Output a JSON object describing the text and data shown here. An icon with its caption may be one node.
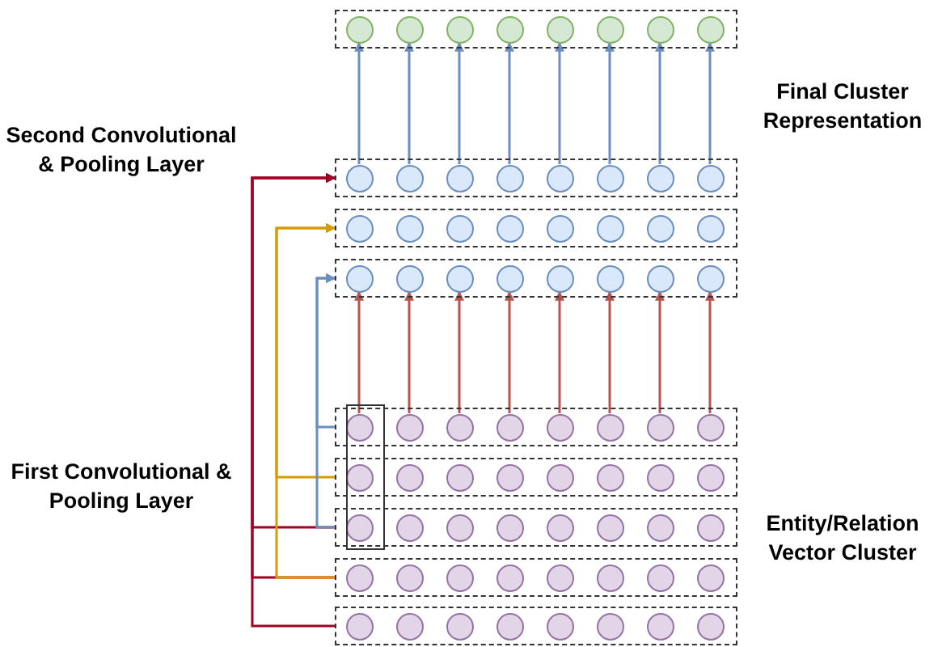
{
  "diagram": {
    "nodes": [
      {
        "text": [],
        "shape": "box"
      },
      {
        "text": [],
        "shape": "circle",
        "in": 0
      },
      {
        "text": [],
        "shape": "circle",
        "in": 0
      },
      {
        "text": [],
        "shape": "circle",
        "in": 0
      },
      {
        "text": [],
        "shape": "circle",
        "in": 0
      },
      {
        "text": [],
        "shape": "circle",
        "in": 0
      },
      {
        "text": [],
        "shape": "circle",
        "in": 0
      },
      {
        "text": [],
        "shape": "circle",
        "in": 0
      },
      {
        "text": [],
        "shape": "circle",
        "in": 0
      },
      {
        "text": [],
        "shape": "box"
      },
      {
        "text": [],
        "shape": "circle",
        "in": 9
      },
      {
        "text": [],
        "shape": "circle",
        "in": 9
      },
      {
        "text": [],
        "shape": "circle",
        "in": 9
      },
      {
        "text": [],
        "shape": "circle",
        "in": 9
      },
      {
        "text": [],
        "shape": "circle",
        "in": 9
      },
      {
        "text": [],
        "shape": "circle",
        "in": 9
      },
      {
        "text": [],
        "shape": "circle",
        "in": 9
      },
      {
        "text": [],
        "shape": "circle",
        "in": 9
      },
      {
        "text": [],
        "shape": "box"
      },
      {
        "text": [],
        "shape": "circle",
        "in": 18
      },
      {
        "text": [],
        "shape": "circle",
        "in": 18
      },
      {
        "text": [],
        "shape": "circle",
        "in": 18
      },
      {
        "text": [],
        "shape": "circle",
        "in": 18
      },
      {
        "text": [],
        "shape": "circle",
        "in": 18
      },
      {
        "text": [],
        "shape": "circle",
        "in": 18
      },
      {
        "text": [],
        "shape": "circle",
        "in": 18
      },
      {
        "text": [],
        "shape": "circle",
        "in": 18
      },
      {
        "text": [],
        "shape": "box"
      },
      {
        "text": [],
        "shape": "circle",
        "in": 27
      },
      {
        "text": [],
        "shape": "circle",
        "in": 27
      },
      {
        "text": [],
        "shape": "circle",
        "in": 27
      },
      {
        "text": [],
        "shape": "circle",
        "in": 27
      },
      {
        "text": [],
        "shape": "circle",
        "in": 27
      },
      {
        "text": [],
        "shape": "circle",
        "in": 27
      },
      {
        "text": [],
        "shape": "circle",
        "in": 27
      },
      {
        "text": [],
        "shape": "circle",
        "in": 27
      },
      {
        "text": [],
        "shape": "box"
      },
      {
        "text": [],
        "shape": "circle"
      },
      {
        "text": [],
        "shape": "circle",
        "in": 36
      },
      {
        "text": [],
        "shape": "circle",
        "in": 36
      },
      {
        "text": [],
        "shape": "circle",
        "in": 36
      },
      {
        "text": [],
        "shape": "circle",
        "in": 36
      },
      {
        "text": [],
        "shape": "circle",
        "in": 36
      },
      {
        "text": [],
        "shape": "circle",
        "in": 36
      },
      {
        "text": [],
        "shape": "circle",
        "in": 36
      },
      {
        "text": [],
        "shape": "box"
      },
      {
        "text": [],
        "shape": "circle"
      },
      {
        "text": [],
        "shape": "circle",
        "in": 45
      },
      {
        "text": [],
        "shape": "circle",
        "in": 45
      },
      {
        "text": [],
        "shape": "circle",
        "in": 45
      },
      {
        "text": [],
        "shape": "circle",
        "in": 45
      },
      {
        "text": [],
        "shape": "circle",
        "in": 45
      },
      {
        "text": [],
        "shape": "circle",
        "in": 45
      },
      {
        "text": [],
        "shape": "circle",
        "in": 45
      },
      {
        "text": [],
        "shape": "box"
      },
      {
        "text": [],
        "shape": "circle"
      },
      {
        "text": [],
        "shape": "circle",
        "in": 54
      },
      {
        "text": [],
        "shape": "circle",
        "in": 54
      },
      {
        "text": [],
        "shape": "circle",
        "in": 54
      },
      {
        "text": [],
        "shape": "circle",
        "in": 54
      },
      {
        "text": [],
        "shape": "circle",
        "in": 54
      },
      {
        "text": [],
        "shape": "circle",
        "in": 54
      },
      {
        "text": [],
        "shape": "circle",
        "in": 54
      },
      {
        "text": [],
        "shape": "box"
      },
      {
        "text": [],
        "shape": "circle",
        "in": 63
      },
      {
        "text": [],
        "shape": "circle",
        "in": 63
      },
      {
        "text": [],
        "shape": "circle",
        "in": 63
      },
      {
        "text": [],
        "shape": "circle",
        "in": 63
      },
      {
        "text": [],
        "shape": "circle",
        "in": 63
      },
      {
        "text": [],
        "shape": "circle",
        "in": 63
      },
      {
        "text": [],
        "shape": "circle",
        "in": 63
      },
      {
        "text": [],
        "shape": "circle",
        "in": 63
      },
      {
        "text": [],
        "shape": "box"
      },
      {
        "text": [],
        "shape": "circle",
        "in": 72
      },
      {
        "text": [],
        "shape": "circle",
        "in": 72
      },
      {
        "text": [],
        "shape": "circle",
        "in": 72
      },
      {
        "text": [],
        "shape": "circle",
        "in": 72
      },
      {
        "text": [],
        "shape": "circle",
        "in": 72
      },
      {
        "text": [],
        "shape": "circle",
        "in": 72
      },
      {
        "text": [],
        "shape": "circle",
        "in": 72
      },
      {
        "text": [],
        "shape": "circle",
        "in": 72
      },
      {
        "text": [],
        "shape": "box"
      }
    ],
    "edges": [
      {
        "from": 10,
        "to": 1,
        "arrow": "to",
        "color": "#6c8ebf"
      },
      {
        "from": 11,
        "to": 2,
        "arrow": "to",
        "color": "#6c8ebf"
      },
      {
        "from": 12,
        "to": 3,
        "arrow": "to",
        "color": "#6c8ebf"
      },
      {
        "from": 13,
        "to": 4,
        "arrow": "to",
        "color": "#6c8ebf"
      },
      {
        "from": 14,
        "to": 5,
        "arrow": "to",
        "color": "#6c8ebf"
      },
      {
        "from": 15,
        "to": 6,
        "arrow": "to",
        "color": "#6c8ebf"
      },
      {
        "from": 16,
        "to": 7,
        "arrow": "to",
        "color": "#6c8ebf"
      },
      {
        "from": 17,
        "to": 8,
        "arrow": "to",
        "color": "#6c8ebf"
      },
      {
        "from": 37,
        "to": 28,
        "arrow": "to",
        "color": "#b85450"
      },
      {
        "from": 38,
        "to": 29,
        "arrow": "to",
        "color": "#b85450"
      },
      {
        "from": 39,
        "to": 30,
        "arrow": "to",
        "color": "#b85450"
      },
      {
        "from": 40,
        "to": 31,
        "arrow": "to",
        "color": "#b85450"
      },
      {
        "from": 41,
        "to": 32,
        "arrow": "to",
        "color": "#b85450"
      },
      {
        "from": 42,
        "to": 33,
        "arrow": "to",
        "color": "#b85450"
      },
      {
        "from": 43,
        "to": 34,
        "arrow": "to",
        "color": "#b85450"
      },
      {
        "from": 44,
        "to": 35,
        "arrow": "to",
        "color": "#b85450"
      },
      {
        "from": 54,
        "to": 9,
        "arrow": "to",
        "color": "#a20025"
      },
      {
        "from": 63,
        "to": 9,
        "arrow": "to",
        "color": "#a20025"
      },
      {
        "from": 72,
        "to": 9,
        "arrow": "to",
        "color": "#a20025"
      },
      {
        "from": 45,
        "to": 18,
        "arrow": "to",
        "color": "#d79b00"
      },
      {
        "from": 63,
        "to": 18,
        "arrow": "to",
        "color": "#d79b00"
      },
      {
        "from": 36,
        "to": 27,
        "arrow": "to",
        "color": "#6c8ebf"
      },
      {
        "from": 54,
        "to": 27,
        "arrow": "to",
        "color": "#6c8ebf"
      }
    ],
    "labels": [
      "Final Cluster Representation",
      "Second Convolutional & Pooling Layer",
      "First Convolutional & Pooling Layer",
      "Entity/Relation Vector Cluster"
    ]
  }
}
